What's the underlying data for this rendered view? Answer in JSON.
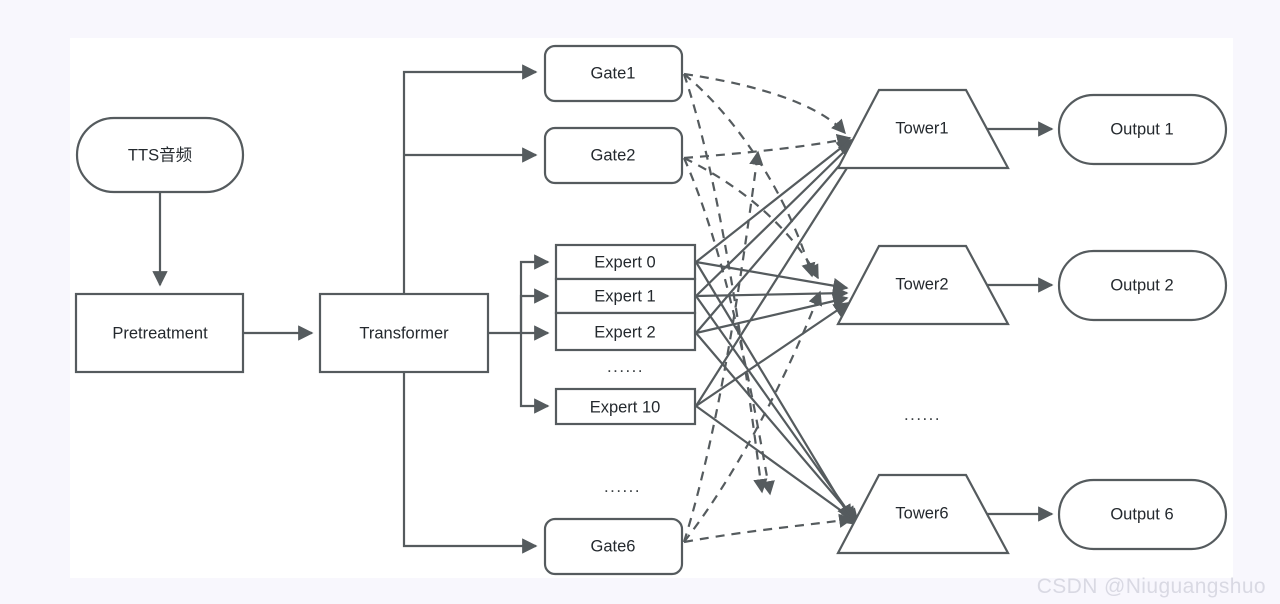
{
  "background": {
    "page_color": "#f8f7fd",
    "canvas_color": "#ffffff",
    "stroke_color": "#555b5e",
    "text_color": "#24292e"
  },
  "nodes": {
    "input": {
      "label": "TTS音频",
      "shape": "stadium"
    },
    "pretreatment": {
      "label": "Pretreatment",
      "shape": "rect"
    },
    "transformer": {
      "label": "Transformer",
      "shape": "rect"
    },
    "gates": [
      {
        "label": "Gate1",
        "shape": "rounded-rect"
      },
      {
        "label": "Gate2",
        "shape": "rounded-rect"
      },
      {
        "label": "Gate6",
        "shape": "rounded-rect"
      }
    ],
    "experts": [
      {
        "label": "Expert 0"
      },
      {
        "label": "Expert 1"
      },
      {
        "label": "Expert 2"
      },
      {
        "label": "Expert 10"
      }
    ],
    "towers": [
      {
        "label": "Tower1",
        "shape": "trapezoid"
      },
      {
        "label": "Tower2",
        "shape": "trapezoid"
      },
      {
        "label": "Tower6",
        "shape": "trapezoid"
      }
    ],
    "outputs": [
      {
        "label": "Output 1",
        "shape": "stadium"
      },
      {
        "label": "Output 2",
        "shape": "stadium"
      },
      {
        "label": "Output 6",
        "shape": "stadium"
      }
    ]
  },
  "ellipses": {
    "experts_inner": "······",
    "gates_gap": "······",
    "towers_gap": "······"
  },
  "watermark": {
    "text": "CSDN @Niuguangshuo"
  },
  "edges": {
    "solid_description": "solid arrows: input→pretreatment→transformer→{gates, experts}; experts→towers; towers→outputs",
    "dashed_description": "dashed arrows: gates→towers"
  }
}
